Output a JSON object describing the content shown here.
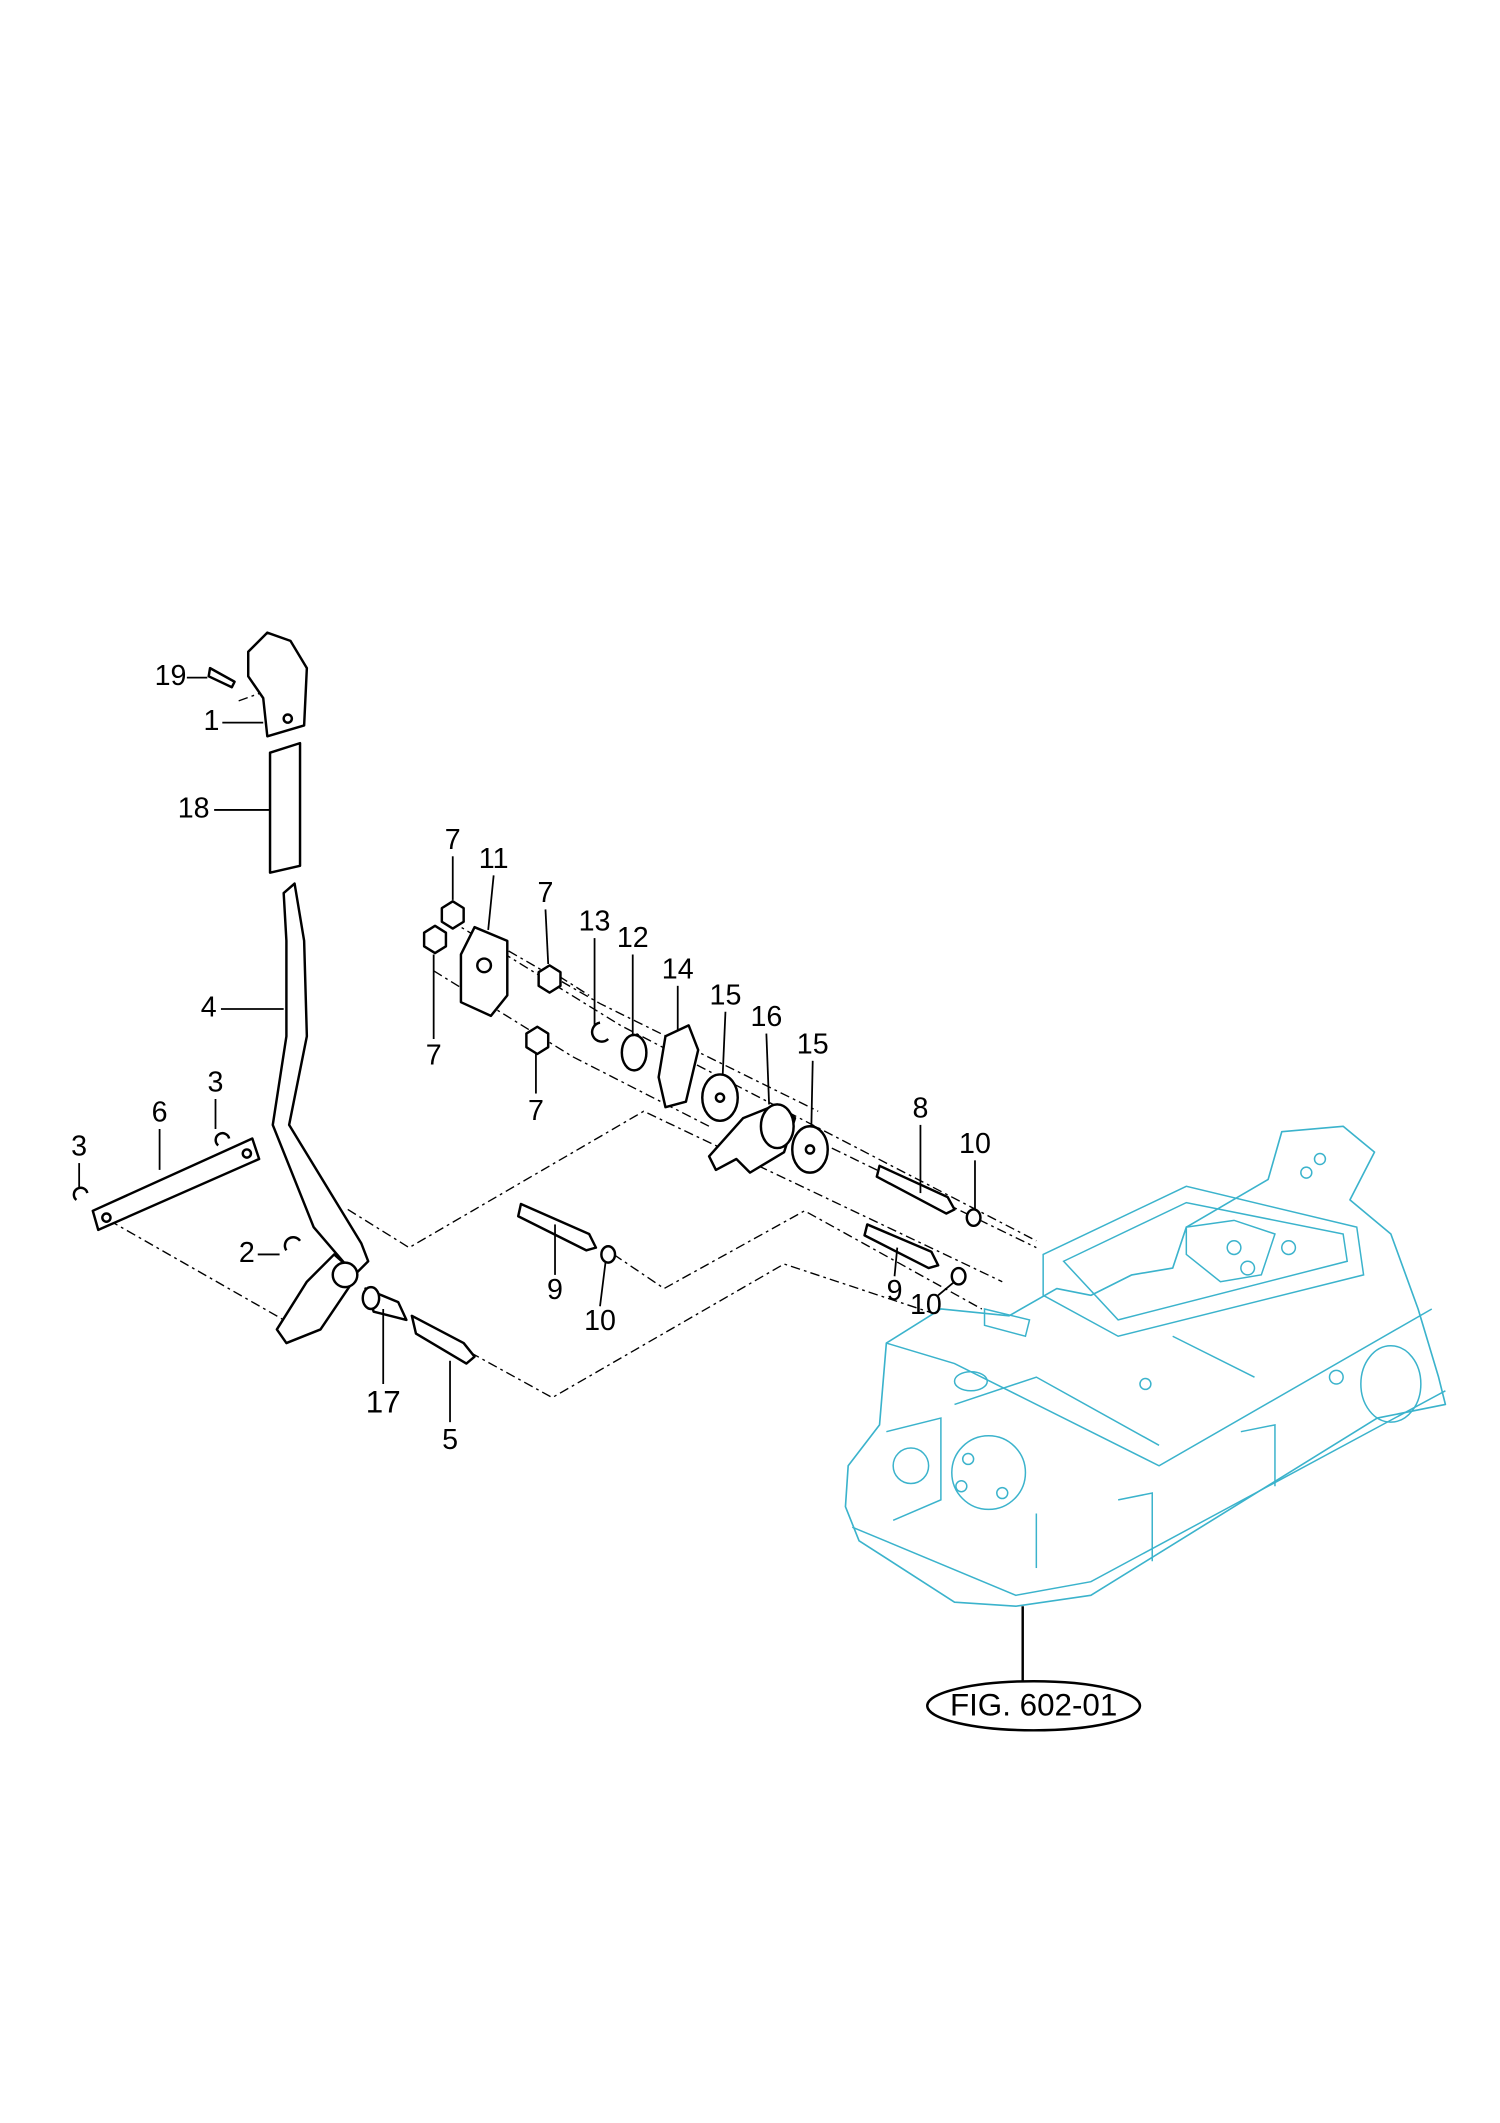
{
  "figure_reference": "FIG. 602-01",
  "colors": {
    "line": "#000000",
    "housing": "#3bb3cc"
  },
  "callouts": [
    {
      "id": "c19",
      "label": "19"
    },
    {
      "id": "c1",
      "label": "1"
    },
    {
      "id": "c18",
      "label": "18"
    },
    {
      "id": "c4",
      "label": "4"
    },
    {
      "id": "c6",
      "label": "6"
    },
    {
      "id": "c3a",
      "label": "3"
    },
    {
      "id": "c3b",
      "label": "3"
    },
    {
      "id": "c2",
      "label": "2"
    },
    {
      "id": "c17",
      "label": "17"
    },
    {
      "id": "c5",
      "label": "5"
    },
    {
      "id": "c7a",
      "label": "7"
    },
    {
      "id": "c11",
      "label": "11"
    },
    {
      "id": "c7b",
      "label": "7"
    },
    {
      "id": "c7c",
      "label": "7"
    },
    {
      "id": "c7d",
      "label": "7"
    },
    {
      "id": "c13",
      "label": "13"
    },
    {
      "id": "c12",
      "label": "12"
    },
    {
      "id": "c14",
      "label": "14"
    },
    {
      "id": "c15a",
      "label": "15"
    },
    {
      "id": "c16",
      "label": "16"
    },
    {
      "id": "c15b",
      "label": "15"
    },
    {
      "id": "c8",
      "label": "8"
    },
    {
      "id": "c10a",
      "label": "10"
    },
    {
      "id": "c9a",
      "label": "9"
    },
    {
      "id": "c10b",
      "label": "10"
    },
    {
      "id": "c9b",
      "label": "9"
    },
    {
      "id": "c10c",
      "label": "10"
    }
  ]
}
